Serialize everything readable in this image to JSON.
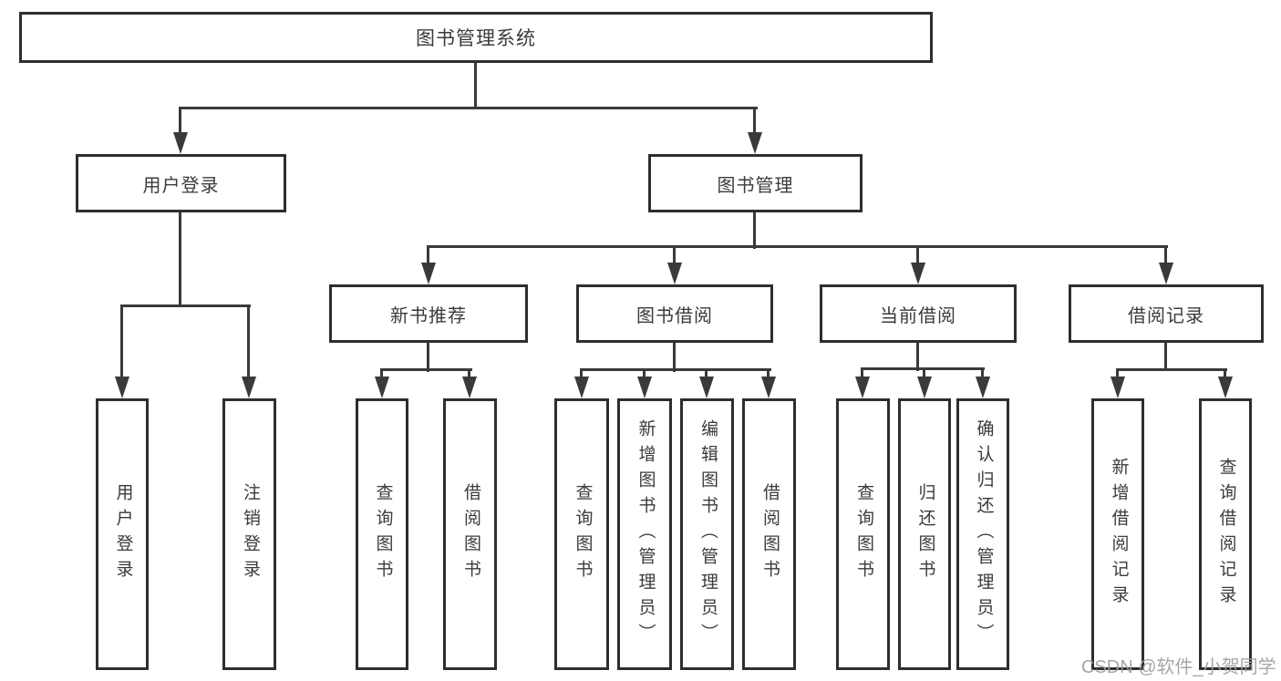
{
  "diagram": {
    "root": {
      "label": "图书管理系统"
    },
    "level2": {
      "user_login": {
        "label": "用户登录"
      },
      "book_mgmt": {
        "label": "图书管理"
      }
    },
    "level3": {
      "new_book": {
        "label": "新书推荐"
      },
      "borrow": {
        "label": "图书借阅"
      },
      "current": {
        "label": "当前借阅"
      },
      "records": {
        "label": "借阅记录"
      }
    },
    "leaves": {
      "user_login": [
        "用户登录",
        "注销登录"
      ],
      "new_book": [
        "查询图书",
        "借阅图书"
      ],
      "borrow": [
        "查询图书",
        "新增图书（管理员）",
        "编辑图书（管理员）",
        "借阅图书"
      ],
      "current": [
        "查询图书",
        "归还图书",
        "确认归还（管理员）"
      ],
      "records": [
        "新增借阅记录",
        "查询借阅记录"
      ]
    }
  },
  "watermark": {
    "text": "CSDN @软件_小贺同学"
  },
  "colors": {
    "line": "#3a3a3a",
    "box_border": "#2e2e2e",
    "text": "#3b3b3b",
    "watermark": "#9e9e9e",
    "background": "#ffffff"
  }
}
